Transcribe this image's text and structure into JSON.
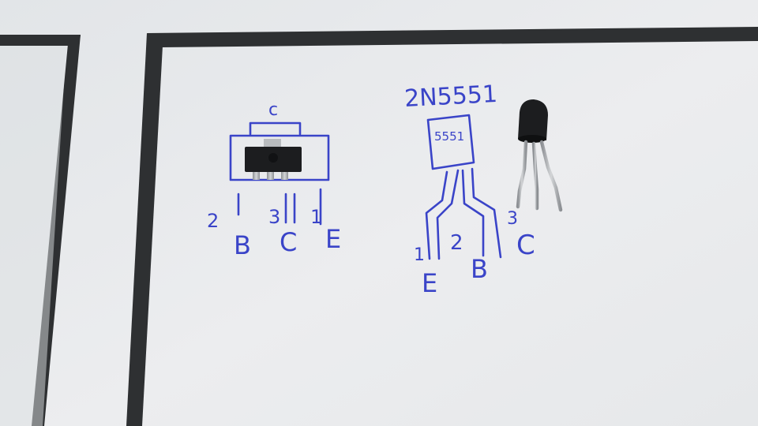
{
  "colors": {
    "paper": "#e8eaec",
    "frame": "#2e3032",
    "ink": "#3a44c8",
    "component": "#1c1d1f",
    "metal": "#b9bcbf"
  },
  "sot89": {
    "top_label": "c",
    "pin_numbers": [
      "2",
      "3",
      "1"
    ],
    "pin_letters": [
      "B",
      "C",
      "E"
    ]
  },
  "to92": {
    "part_number": "2N5551",
    "body_marking": "5551",
    "pin_numbers": [
      "1",
      "2",
      "3"
    ],
    "pin_letters": [
      "E",
      "B",
      "C"
    ]
  }
}
